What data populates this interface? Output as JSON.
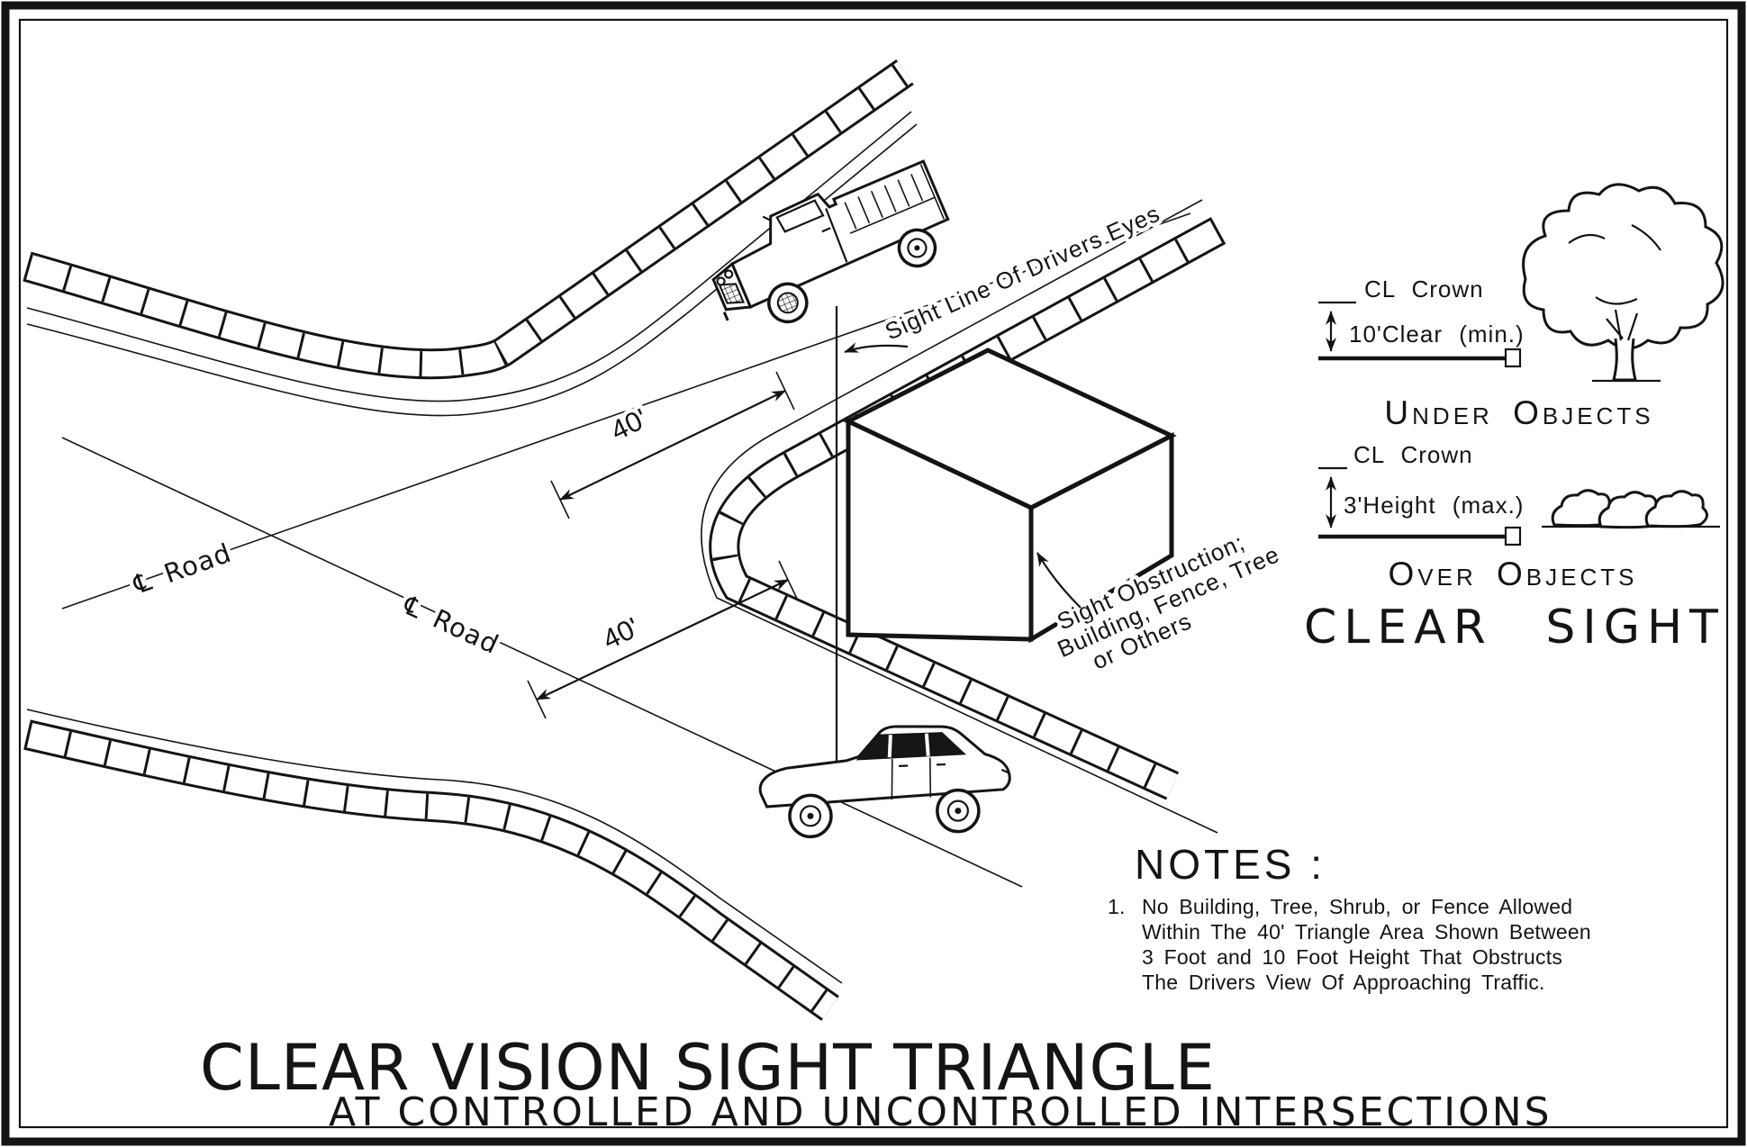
{
  "colors": {
    "ink": "#141414",
    "paper": "#ffffff"
  },
  "drawing": {
    "sight_line_label": "Sight Line Of Drivers Eyes",
    "dim_road1": "40'",
    "dim_road2": "40'",
    "road_label_1": "℄ Road",
    "road_label_2": "℄ Road",
    "obstruction_lines": [
      "Sight Obstruction;",
      "Building, Fence, Tree",
      "or Others"
    ]
  },
  "legend": {
    "cl_crown_upper": "CL Crown",
    "under_clearance": "10'Clear (min.)",
    "under_objects": "Under Objects",
    "cl_crown_lower": "CL Crown",
    "over_height": "3'Height (max.)",
    "over_objects": "Over Objects",
    "clear_sight": "CLEAR SIGHT"
  },
  "notes": {
    "heading": "NOTES :",
    "item_number": "1.",
    "lines": [
      "No Building, Tree, Shrub, or Fence Allowed",
      "Within The 40' Triangle Area Shown Between",
      "3 Foot and 10 Foot Height That Obstructs",
      "The Drivers View Of Approaching Traffic."
    ]
  },
  "title": {
    "main": "CLEAR VISION SIGHT TRIANGLE",
    "sub": "AT CONTROLLED AND UNCONTROLLED INTERSECTIONS"
  }
}
